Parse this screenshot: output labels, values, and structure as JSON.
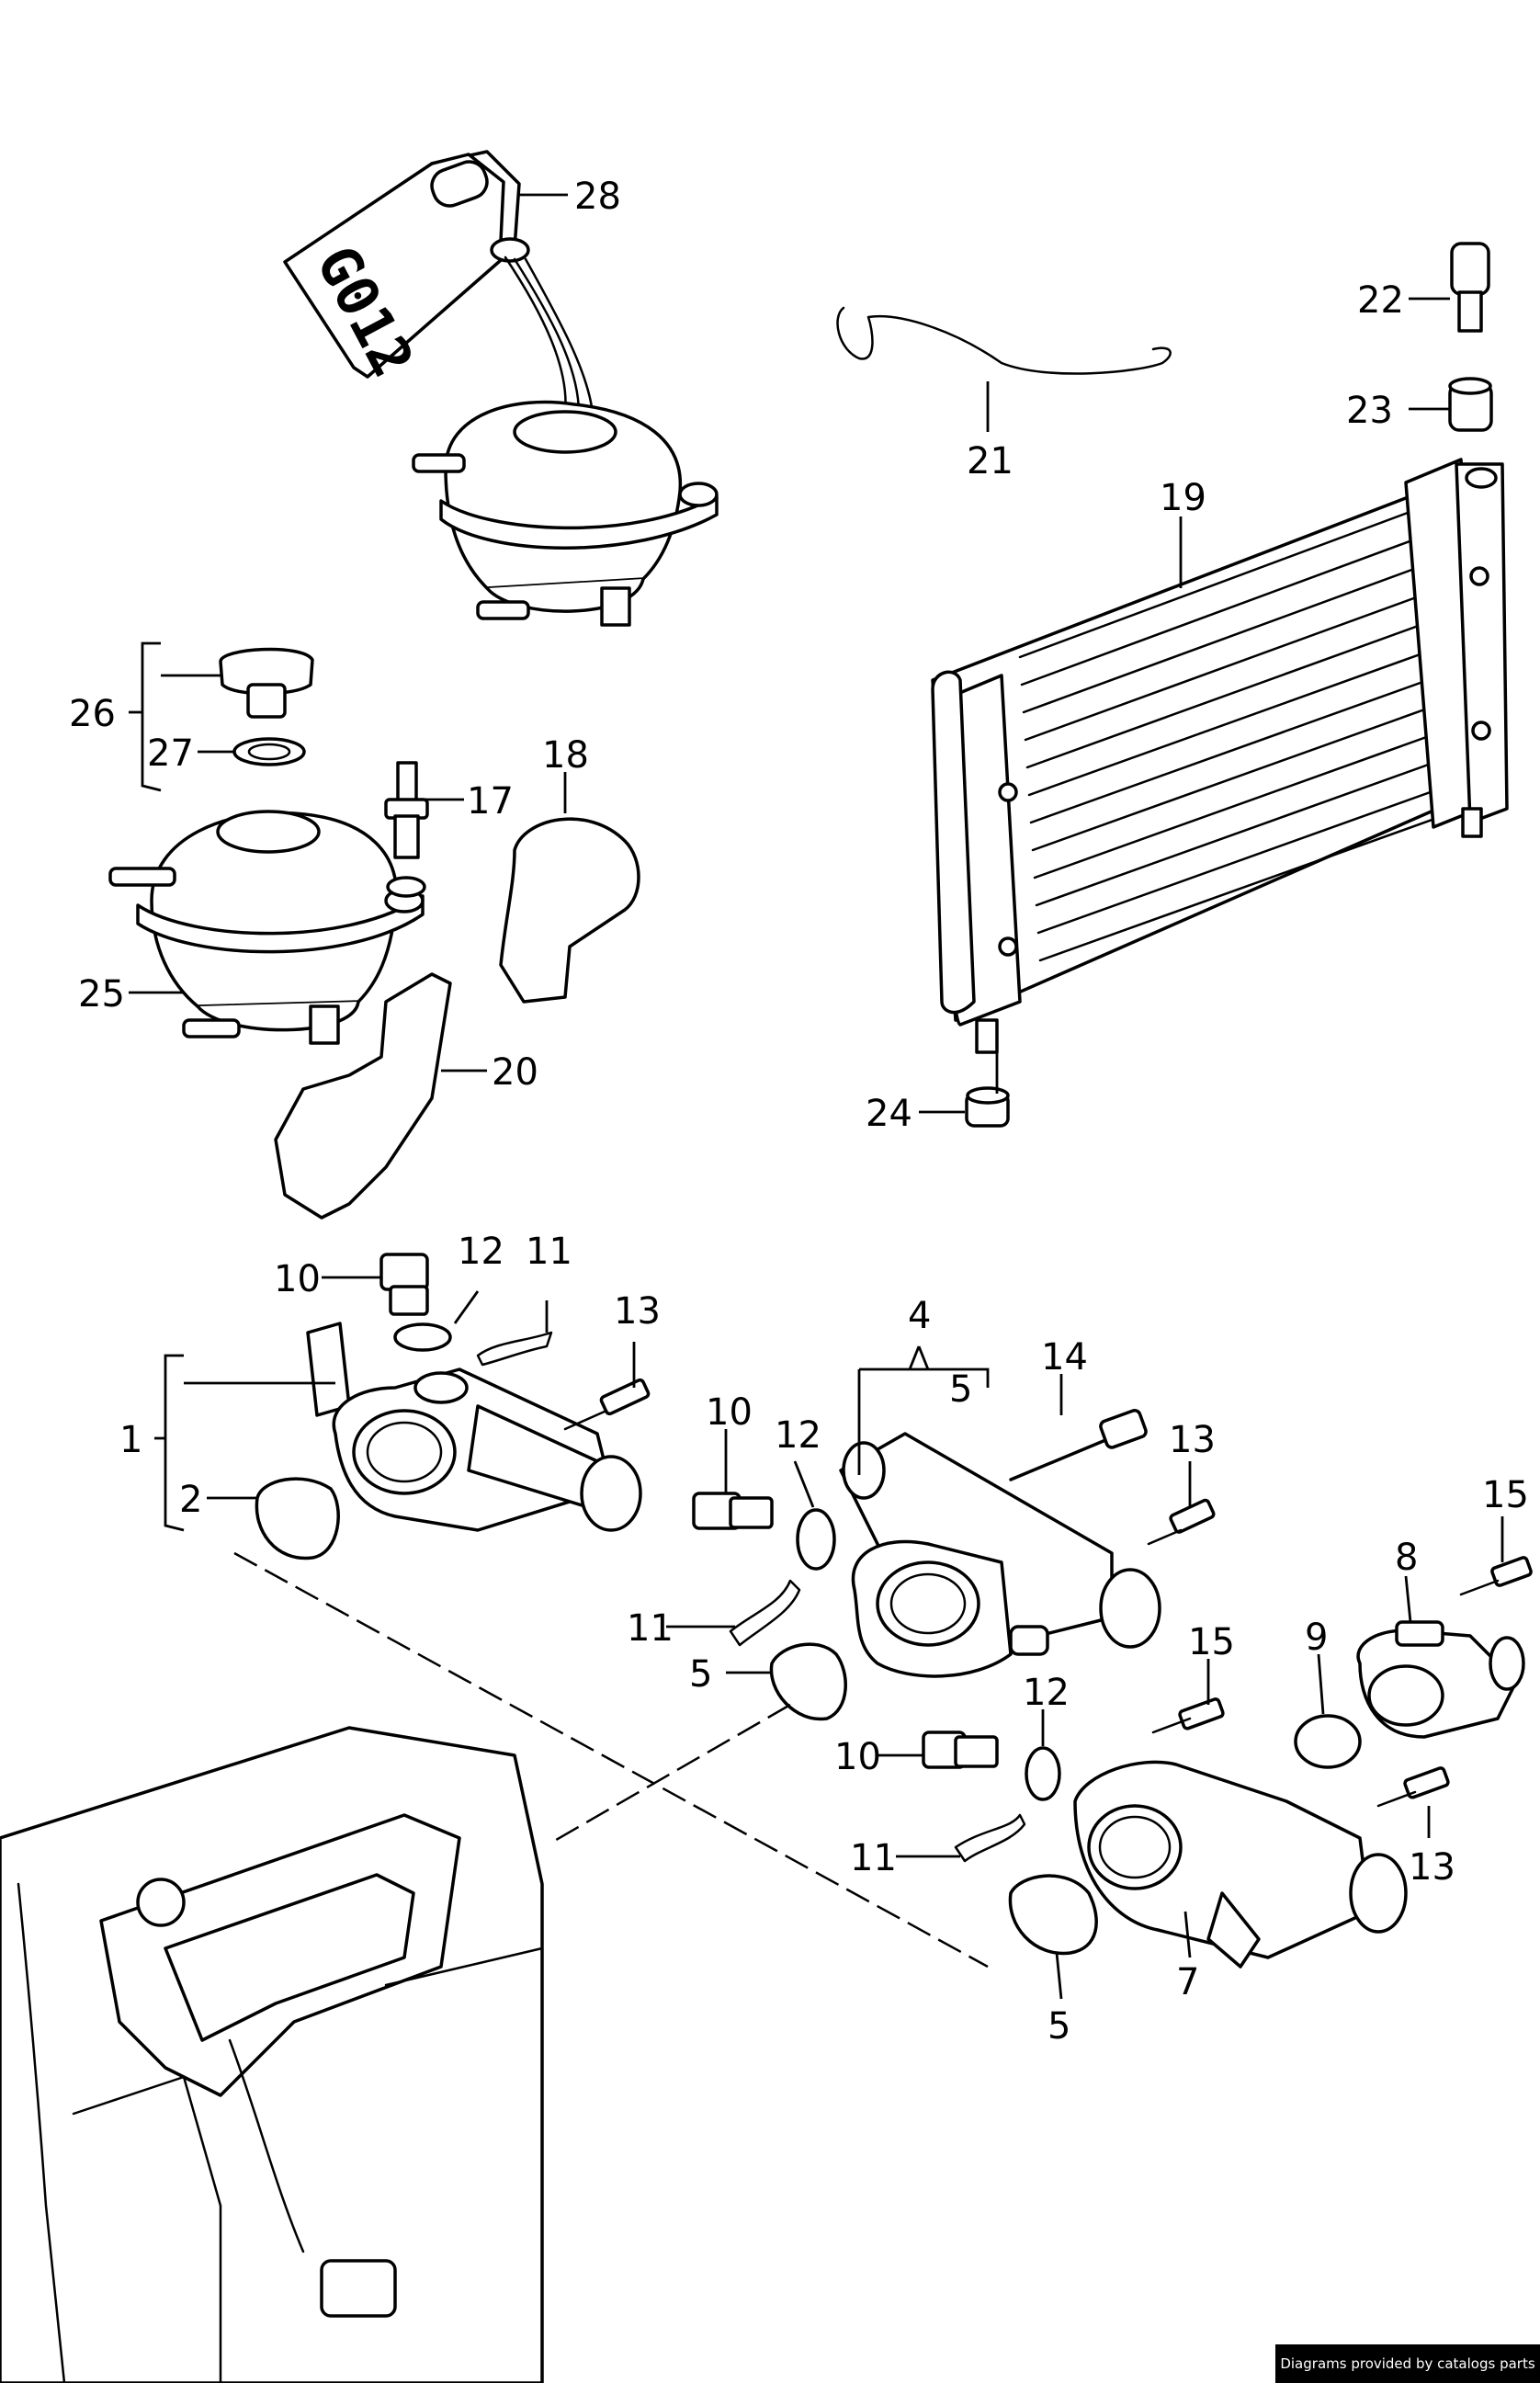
{
  "diagram": {
    "container_label": "G012",
    "callouts": {
      "c28": "28",
      "c22": "22",
      "c23": "23",
      "c21": "21",
      "c19": "19",
      "c26": "26",
      "c27": "27",
      "c17": "17",
      "c18": "18",
      "c25": "25",
      "c20": "20",
      "c24": "24",
      "c10a": "10",
      "c12a": "12",
      "c11a": "11",
      "c13a": "13",
      "c1": "1",
      "c2": "2",
      "c4": "4",
      "c5a": "5",
      "c14": "14",
      "c10b": "10",
      "c12b": "12",
      "c13b": "13",
      "c15a": "15",
      "c8": "8",
      "c11b": "11",
      "c5b": "5",
      "c15b": "15",
      "c9": "9",
      "c12c": "12",
      "c10c": "10",
      "c11c": "11",
      "c13c": "13",
      "c7": "7",
      "c5c": "5"
    }
  },
  "footer": {
    "credit": "Diagrams provided by catalogs parts"
  }
}
